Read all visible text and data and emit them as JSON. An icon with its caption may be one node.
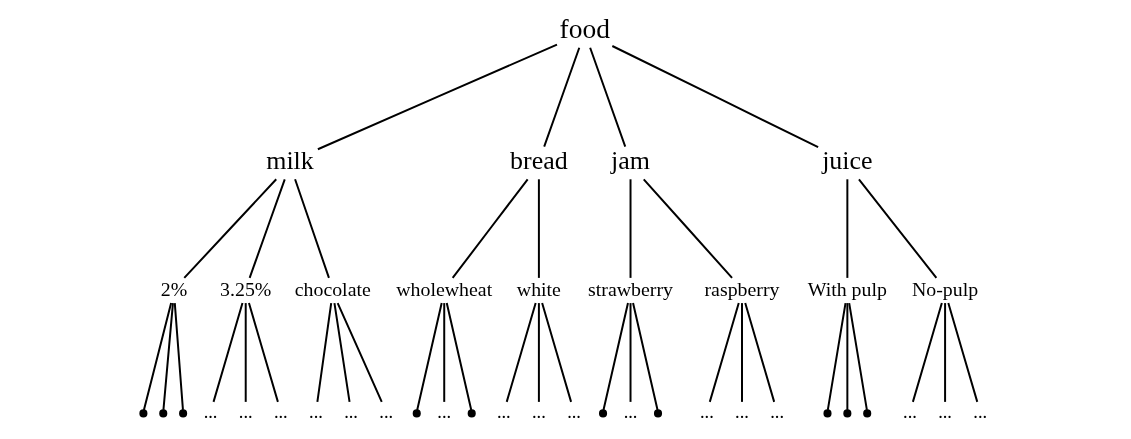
{
  "diagram": {
    "nodes": [
      {
        "text": [
          "food"
        ]
      },
      {
        "text": [
          "milk"
        ]
      },
      {
        "text": [
          "bread"
        ]
      },
      {
        "text": [
          "jam"
        ]
      },
      {
        "text": [
          "juice"
        ]
      },
      {
        "text": [
          "2%"
        ]
      },
      {
        "text": [
          "3.25%"
        ]
      },
      {
        "text": [
          "chocolate"
        ]
      },
      {
        "text": [
          "wholewheat"
        ]
      },
      {
        "text": [
          "white"
        ]
      },
      {
        "text": [
          "strawberry"
        ]
      },
      {
        "text": [
          "raspberry"
        ]
      },
      {
        "text": [
          "With pulp"
        ]
      },
      {
        "text": [
          "No-pulp"
        ]
      },
      {
        "text": [],
        "shape": "point"
      },
      {
        "text": [],
        "shape": "point"
      },
      {
        "text": [],
        "shape": "point"
      },
      {
        "text": [
          "..."
        ]
      },
      {
        "text": [
          "..."
        ]
      },
      {
        "text": [
          "..."
        ]
      },
      {
        "text": [
          "..."
        ]
      },
      {
        "text": [
          "..."
        ]
      },
      {
        "text": [
          "..."
        ]
      },
      {
        "text": [],
        "shape": "point"
      },
      {
        "text": [
          "..."
        ]
      },
      {
        "text": [],
        "shape": "point"
      },
      {
        "text": [
          "..."
        ]
      },
      {
        "text": [
          "..."
        ]
      },
      {
        "text": [
          "..."
        ]
      },
      {
        "text": [],
        "shape": "point"
      },
      {
        "text": [
          "..."
        ]
      },
      {
        "text": [],
        "shape": "point"
      },
      {
        "text": [
          "..."
        ]
      },
      {
        "text": [
          "..."
        ]
      },
      {
        "text": [
          "..."
        ]
      },
      {
        "text": [],
        "shape": "point"
      },
      {
        "text": [],
        "shape": "point"
      },
      {
        "text": [],
        "shape": "point"
      },
      {
        "text": [
          "..."
        ]
      },
      {
        "text": [
          "..."
        ]
      },
      {
        "text": [
          "..."
        ]
      }
    ],
    "edges": [
      {
        "from": 0,
        "to": 1,
        "arrow": "none"
      },
      {
        "from": 0,
        "to": 2,
        "arrow": "none"
      },
      {
        "from": 0,
        "to": 3,
        "arrow": "none"
      },
      {
        "from": 0,
        "to": 4,
        "arrow": "none"
      },
      {
        "from": 1,
        "to": 5,
        "arrow": "none"
      },
      {
        "from": 1,
        "to": 6,
        "arrow": "none"
      },
      {
        "from": 1,
        "to": 7,
        "arrow": "none"
      },
      {
        "from": 2,
        "to": 8,
        "arrow": "none"
      },
      {
        "from": 2,
        "to": 9,
        "arrow": "none"
      },
      {
        "from": 3,
        "to": 10,
        "arrow": "none"
      },
      {
        "from": 3,
        "to": 11,
        "arrow": "none"
      },
      {
        "from": 4,
        "to": 12,
        "arrow": "none"
      },
      {
        "from": 4,
        "to": 13,
        "arrow": "none"
      },
      {
        "from": 5,
        "to": 14,
        "arrow": "none"
      },
      {
        "from": 5,
        "to": 15,
        "arrow": "none"
      },
      {
        "from": 5,
        "to": 16,
        "arrow": "none"
      },
      {
        "from": 6,
        "to": 17,
        "arrow": "none"
      },
      {
        "from": 6,
        "to": 18,
        "arrow": "none"
      },
      {
        "from": 6,
        "to": 19,
        "arrow": "none"
      },
      {
        "from": 7,
        "to": 20,
        "arrow": "none"
      },
      {
        "from": 7,
        "to": 21,
        "arrow": "none"
      },
      {
        "from": 7,
        "to": 22,
        "arrow": "none"
      },
      {
        "from": 8,
        "to": 23,
        "arrow": "none"
      },
      {
        "from": 8,
        "to": 24,
        "arrow": "none"
      },
      {
        "from": 8,
        "to": 25,
        "arrow": "none"
      },
      {
        "from": 9,
        "to": 26,
        "arrow": "none"
      },
      {
        "from": 9,
        "to": 27,
        "arrow": "none"
      },
      {
        "from": 9,
        "to": 28,
        "arrow": "none"
      },
      {
        "from": 10,
        "to": 29,
        "arrow": "none"
      },
      {
        "from": 10,
        "to": 30,
        "arrow": "none"
      },
      {
        "from": 10,
        "to": 31,
        "arrow": "none"
      },
      {
        "from": 11,
        "to": 32,
        "arrow": "none"
      },
      {
        "from": 11,
        "to": 33,
        "arrow": "none"
      },
      {
        "from": 11,
        "to": 34,
        "arrow": "none"
      },
      {
        "from": 12,
        "to": 35,
        "arrow": "none"
      },
      {
        "from": 12,
        "to": 36,
        "arrow": "none"
      },
      {
        "from": 12,
        "to": 37,
        "arrow": "none"
      },
      {
        "from": 13,
        "to": 38,
        "arrow": "none"
      },
      {
        "from": 13,
        "to": 39,
        "arrow": "none"
      },
      {
        "from": 13,
        "to": 40,
        "arrow": "none"
      }
    ]
  }
}
